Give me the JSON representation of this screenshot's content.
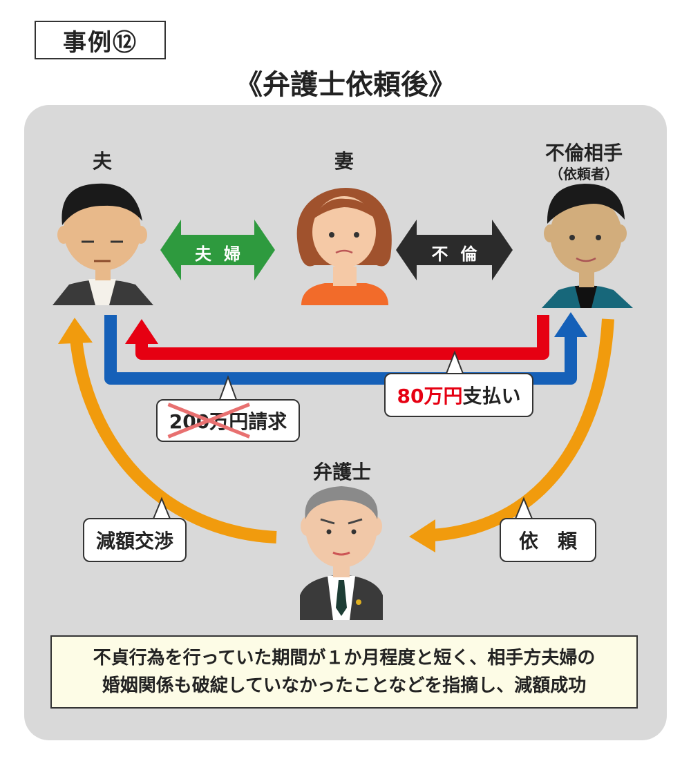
{
  "header": {
    "case_label": "事例⑫",
    "title": "《弁護士依頼後》"
  },
  "people": {
    "husband": "夫",
    "wife": "妻",
    "affair_partner": "不倫相手",
    "affair_partner_sub": "（依頼者）",
    "lawyer": "弁護士"
  },
  "relations": {
    "couple": "夫婦",
    "affair": "不倫"
  },
  "callouts": {
    "claim_amount": "200万円",
    "claim_suffix": "請求",
    "payment_amount": "80万円",
    "payment_suffix": "支払い",
    "negotiation": "減額交渉",
    "request": "依　頼"
  },
  "summary": {
    "line1": "不貞行為を行っていた期間が１か月程度と短く、相手方夫婦の",
    "line2": "婚姻関係も破綻していなかったことなどを指摘し、減額成功"
  },
  "colors": {
    "red": "#e60012",
    "blue": "#1560b8",
    "orange": "#f19b0d",
    "green": "#2e9a3e",
    "dark": "#2b2b2b"
  }
}
